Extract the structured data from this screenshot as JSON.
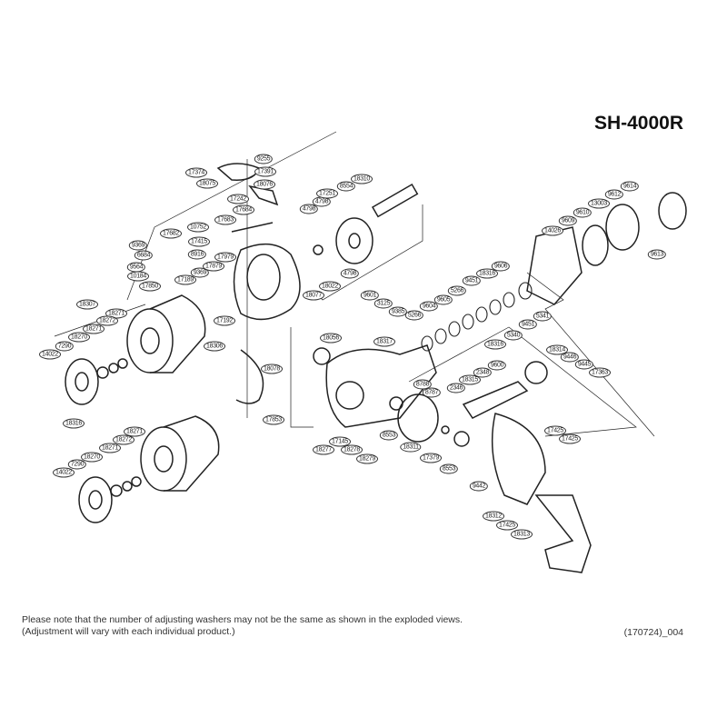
{
  "model": "SH-4000R",
  "note_line1": "Please note that the number of adjusting washers may not be the same as shown in the exploded views.",
  "note_line2": "(Adjustment will vary with each individual product.)",
  "doc_code": "(170724)_004",
  "part_labels": [
    "9255",
    "17391",
    "18076",
    "17374",
    "18075",
    "17242",
    "17684",
    "17683",
    "10752",
    "17682",
    "17415",
    "8916",
    "17979",
    "17879",
    "9369",
    "17189",
    "9369",
    "6684",
    "9564",
    "10184",
    "17850",
    "4798",
    "4798",
    "17251",
    "8554",
    "18310",
    "18022",
    "4798",
    "18077",
    "17192",
    "18306",
    "18078",
    "17853",
    "18307",
    "18271",
    "18272",
    "18271",
    "18270",
    "7290",
    "14022",
    "18316",
    "18271",
    "18272",
    "18271",
    "18270",
    "7290",
    "14022",
    "9614",
    "9612",
    "13003",
    "9610",
    "9609",
    "14026",
    "9613",
    "9606",
    "18316",
    "9451",
    "5266",
    "9605",
    "9604",
    "5341",
    "9451",
    "5340",
    "18316",
    "9601",
    "3125",
    "9385",
    "5266",
    "18056",
    "18317",
    "18314",
    "9446",
    "9445",
    "17363",
    "9600",
    "2348",
    "18315",
    "2346",
    "8788",
    "8787",
    "8553",
    "18311",
    "17379",
    "8553",
    "17425",
    "17425",
    "9442",
    "18312",
    "17425",
    "18313",
    "18277",
    "17145",
    "18278",
    "18279"
  ]
}
